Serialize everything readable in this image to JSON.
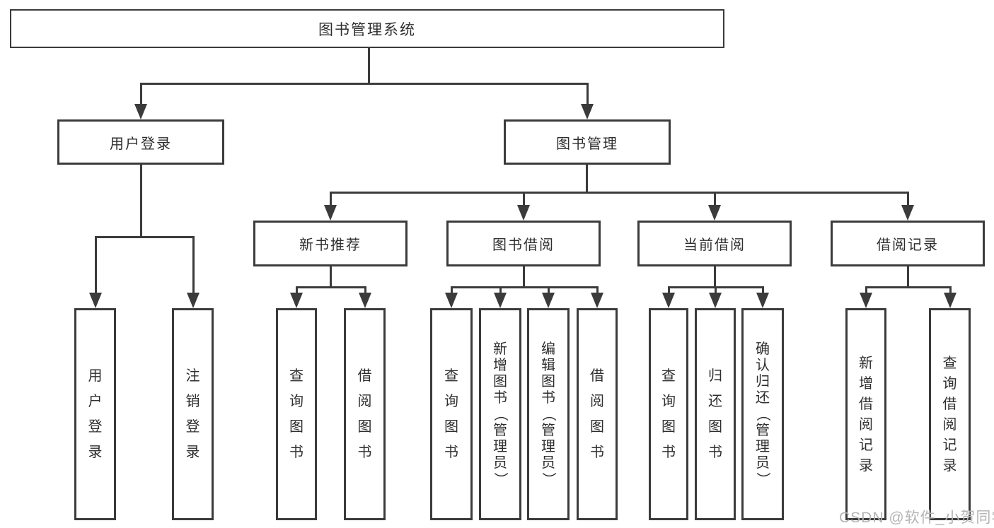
{
  "diagram": {
    "type": "tree",
    "root": {
      "label": "图书管理系统",
      "children": [
        {
          "label": "用户登录",
          "children": [
            {
              "label": "用户登录"
            },
            {
              "label": "注销登录"
            }
          ]
        },
        {
          "label": "图书管理",
          "children": [
            {
              "label": "新书推荐",
              "children": [
                {
                  "label": "查询图书"
                },
                {
                  "label": "借阅图书"
                }
              ]
            },
            {
              "label": "图书借阅",
              "children": [
                {
                  "label": "查询图书"
                },
                {
                  "label": "新增图书（管理员）"
                },
                {
                  "label": "编辑图书（管理员）"
                },
                {
                  "label": "借阅图书"
                }
              ]
            },
            {
              "label": "当前借阅",
              "children": [
                {
                  "label": "查询图书"
                },
                {
                  "label": "归还图书"
                },
                {
                  "label": "确认归还（管理员）"
                }
              ]
            },
            {
              "label": "借阅记录",
              "children": [
                {
                  "label": "新增借阅记录"
                },
                {
                  "label": "查询借阅记录"
                }
              ]
            }
          ]
        }
      ]
    }
  },
  "watermark": {
    "text": "CSDN @软件_小贺同学"
  },
  "colors": {
    "line": "#3b3b3b",
    "border": "#3b3b3b",
    "box_background": "#ffffff",
    "text": "#2e2e2e",
    "watermark": "#b4b4b4",
    "background": "#ffffff"
  }
}
